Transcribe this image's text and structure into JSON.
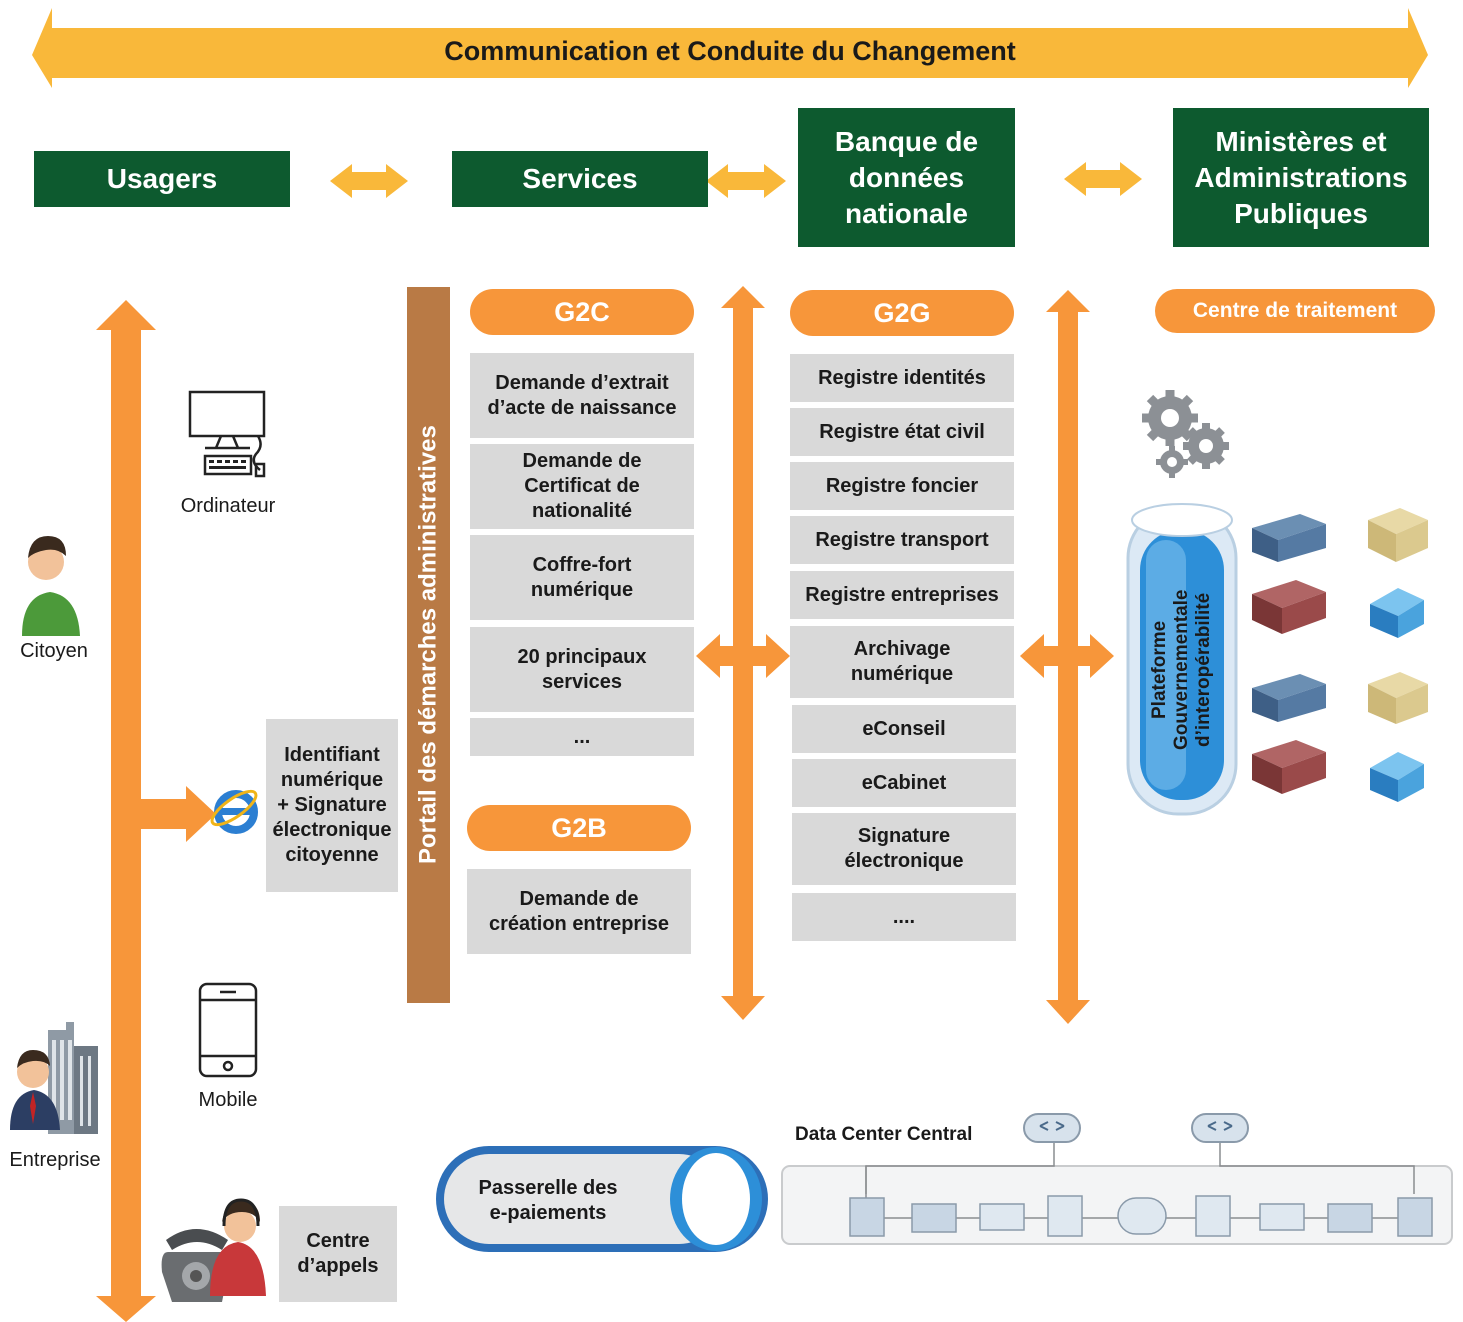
{
  "banner": {
    "title": "Communication et Conduite du Changement"
  },
  "headers": {
    "usagers": "Usagers",
    "services": "Services",
    "banque_line1": "Banque de",
    "banque_line2": "données",
    "banque_line3": "nationale",
    "ministeres_line1": "Ministères et",
    "ministeres_line2": "Administrations",
    "ministeres_line3": "Publiques"
  },
  "users": {
    "ordinateur": "Ordinateur",
    "citoyen": "Citoyen",
    "mobile": "Mobile",
    "entreprise": "Entreprise",
    "identifiant": [
      "Identifiant",
      "numérique",
      "+ Signature",
      "électronique",
      "citoyenne"
    ],
    "centre_appels": [
      "Centre",
      "d’appels"
    ]
  },
  "portal": {
    "label": "Portail des démarches administratives"
  },
  "g2c": {
    "title": "G2C",
    "items": [
      [
        "Demande d’extrait",
        "d’acte de naissance"
      ],
      [
        "Demande de",
        "Certificat de",
        "nationalité"
      ],
      [
        "Coffre-fort",
        "numérique"
      ],
      [
        "20 principaux",
        "services"
      ],
      [
        "..."
      ]
    ]
  },
  "g2b": {
    "title": "G2B",
    "items": [
      [
        "Demande de",
        "création entreprise"
      ]
    ]
  },
  "g2g": {
    "title": "G2G",
    "items": [
      [
        "Registre identités"
      ],
      [
        "Registre état civil"
      ],
      [
        "Registre foncier"
      ],
      [
        "Registre transport"
      ],
      [
        "Registre entreprises"
      ],
      [
        "Archivage",
        "numérique"
      ],
      [
        "eConseil"
      ],
      [
        "eCabinet"
      ],
      [
        "Signature",
        "électronique"
      ],
      [
        "...."
      ]
    ]
  },
  "centre": {
    "title": "Centre de traitement",
    "platform": [
      "Plateforme",
      "Gouvernementale",
      "d’interopérabilité"
    ]
  },
  "bottom": {
    "passerelle": [
      "Passerelle des",
      "e-paiements"
    ],
    "datacenter": "Data Center Central"
  },
  "colors": {
    "green": "#0d5a2f",
    "orange": "#f7963a",
    "yellow": "#f9b83a",
    "grey_cell": "#d9d9d9",
    "portal_brown": "#b97a45"
  }
}
